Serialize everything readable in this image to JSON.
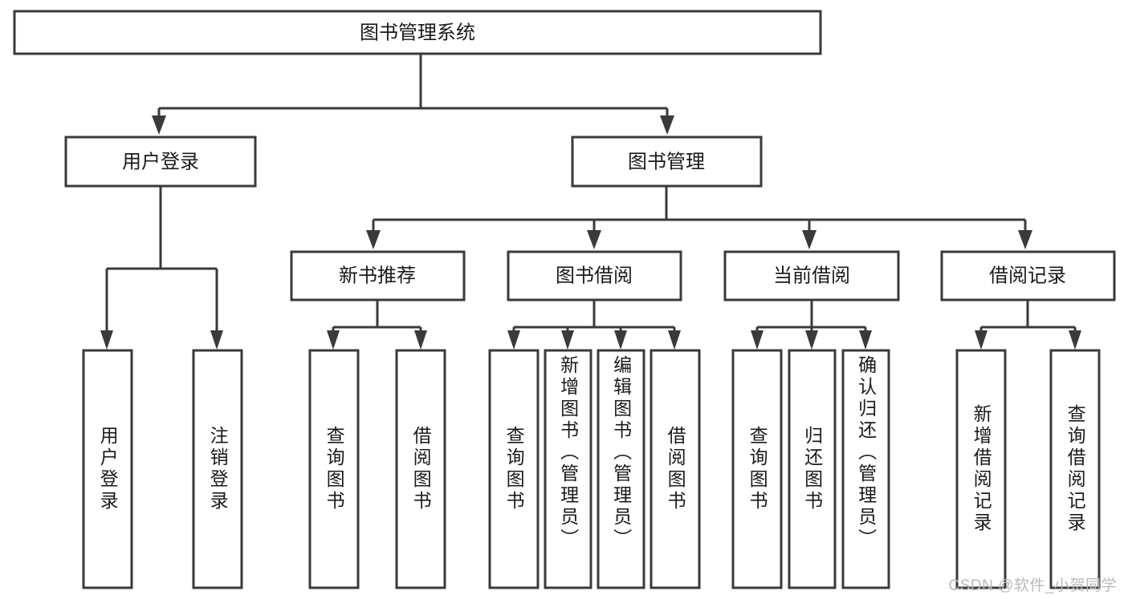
{
  "diagram": {
    "title": "图书管理系统",
    "type": "hierarchy-tree",
    "watermark": "CSDN @软件_小贺同学",
    "colors": {
      "stroke": "#3a3a3a",
      "fill": "#ffffff",
      "text": "#1a1a1a",
      "watermark": "#b9b9b9"
    },
    "root": {
      "label": "图书管理系统"
    },
    "level2": [
      {
        "label": "用户登录"
      },
      {
        "label": "图书管理"
      }
    ],
    "level3": [
      {
        "label": "新书推荐"
      },
      {
        "label": "图书借阅"
      },
      {
        "label": "当前借阅"
      },
      {
        "label": "借阅记录"
      }
    ],
    "leaves": {
      "user_login": [
        {
          "label": "用户登录"
        },
        {
          "label": "注销登录"
        }
      ],
      "new_book": [
        {
          "label": "查询图书"
        },
        {
          "label": "借阅图书"
        }
      ],
      "book_borrow": [
        {
          "label": "查询图书"
        },
        {
          "label": "新增图书（管理员）"
        },
        {
          "label": "编辑图书（管理员）"
        },
        {
          "label": "借阅图书"
        }
      ],
      "current_borrow": [
        {
          "label": "查询图书"
        },
        {
          "label": "归还图书"
        },
        {
          "label": "确认归还（管理员）"
        }
      ],
      "borrow_record": [
        {
          "label": "新增借阅记录"
        },
        {
          "label": "查询借阅记录"
        }
      ]
    }
  }
}
